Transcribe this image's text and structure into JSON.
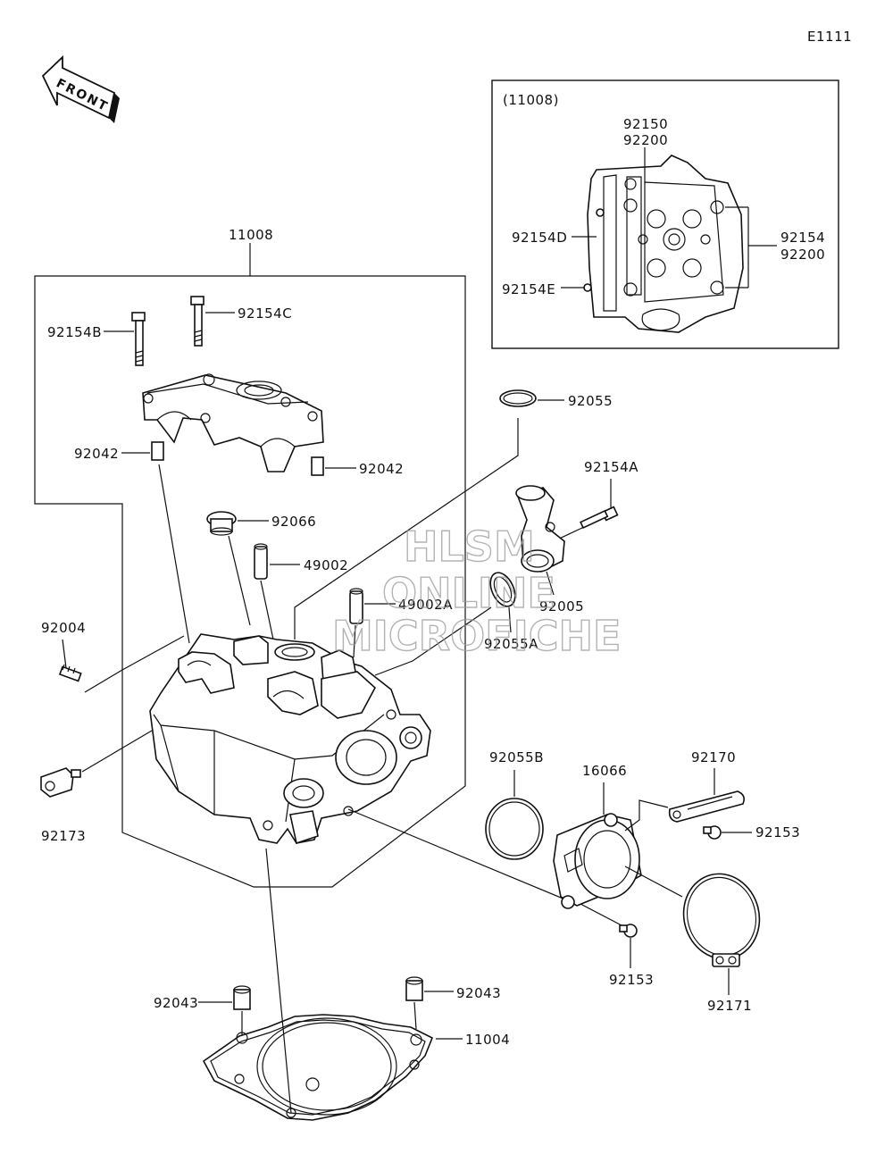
{
  "diagram_code": "E1111",
  "front_arrow_text": "FRONT",
  "inset": {
    "title": "(11008)",
    "labels": {
      "l92150": "92150",
      "l92200_top": "92200",
      "l92154D": "92154D",
      "l92154E": "92154E",
      "l92154": "92154",
      "l92200_right": "92200"
    }
  },
  "labels": {
    "l11008": "11008",
    "l92154B": "92154B",
    "l92154C": "92154C",
    "l92042_left": "92042",
    "l92042_right": "92042",
    "l92066": "92066",
    "l49002": "49002",
    "l49002A": "49002A",
    "l92004": "92004",
    "l92173": "92173",
    "l92055": "92055",
    "l92154A": "92154A",
    "l92005": "92005",
    "l92055A": "92055A",
    "l92055B": "92055B",
    "l16066": "16066",
    "l92170": "92170",
    "l92153_right": "92153",
    "l92153_bottom": "92153",
    "l92171": "92171",
    "l92043_left": "92043",
    "l92043_right": "92043",
    "l11004": "11004"
  },
  "watermark": {
    "line1": "HLSM",
    "line2": "ONLINE",
    "line3": "MICROFICHE"
  }
}
